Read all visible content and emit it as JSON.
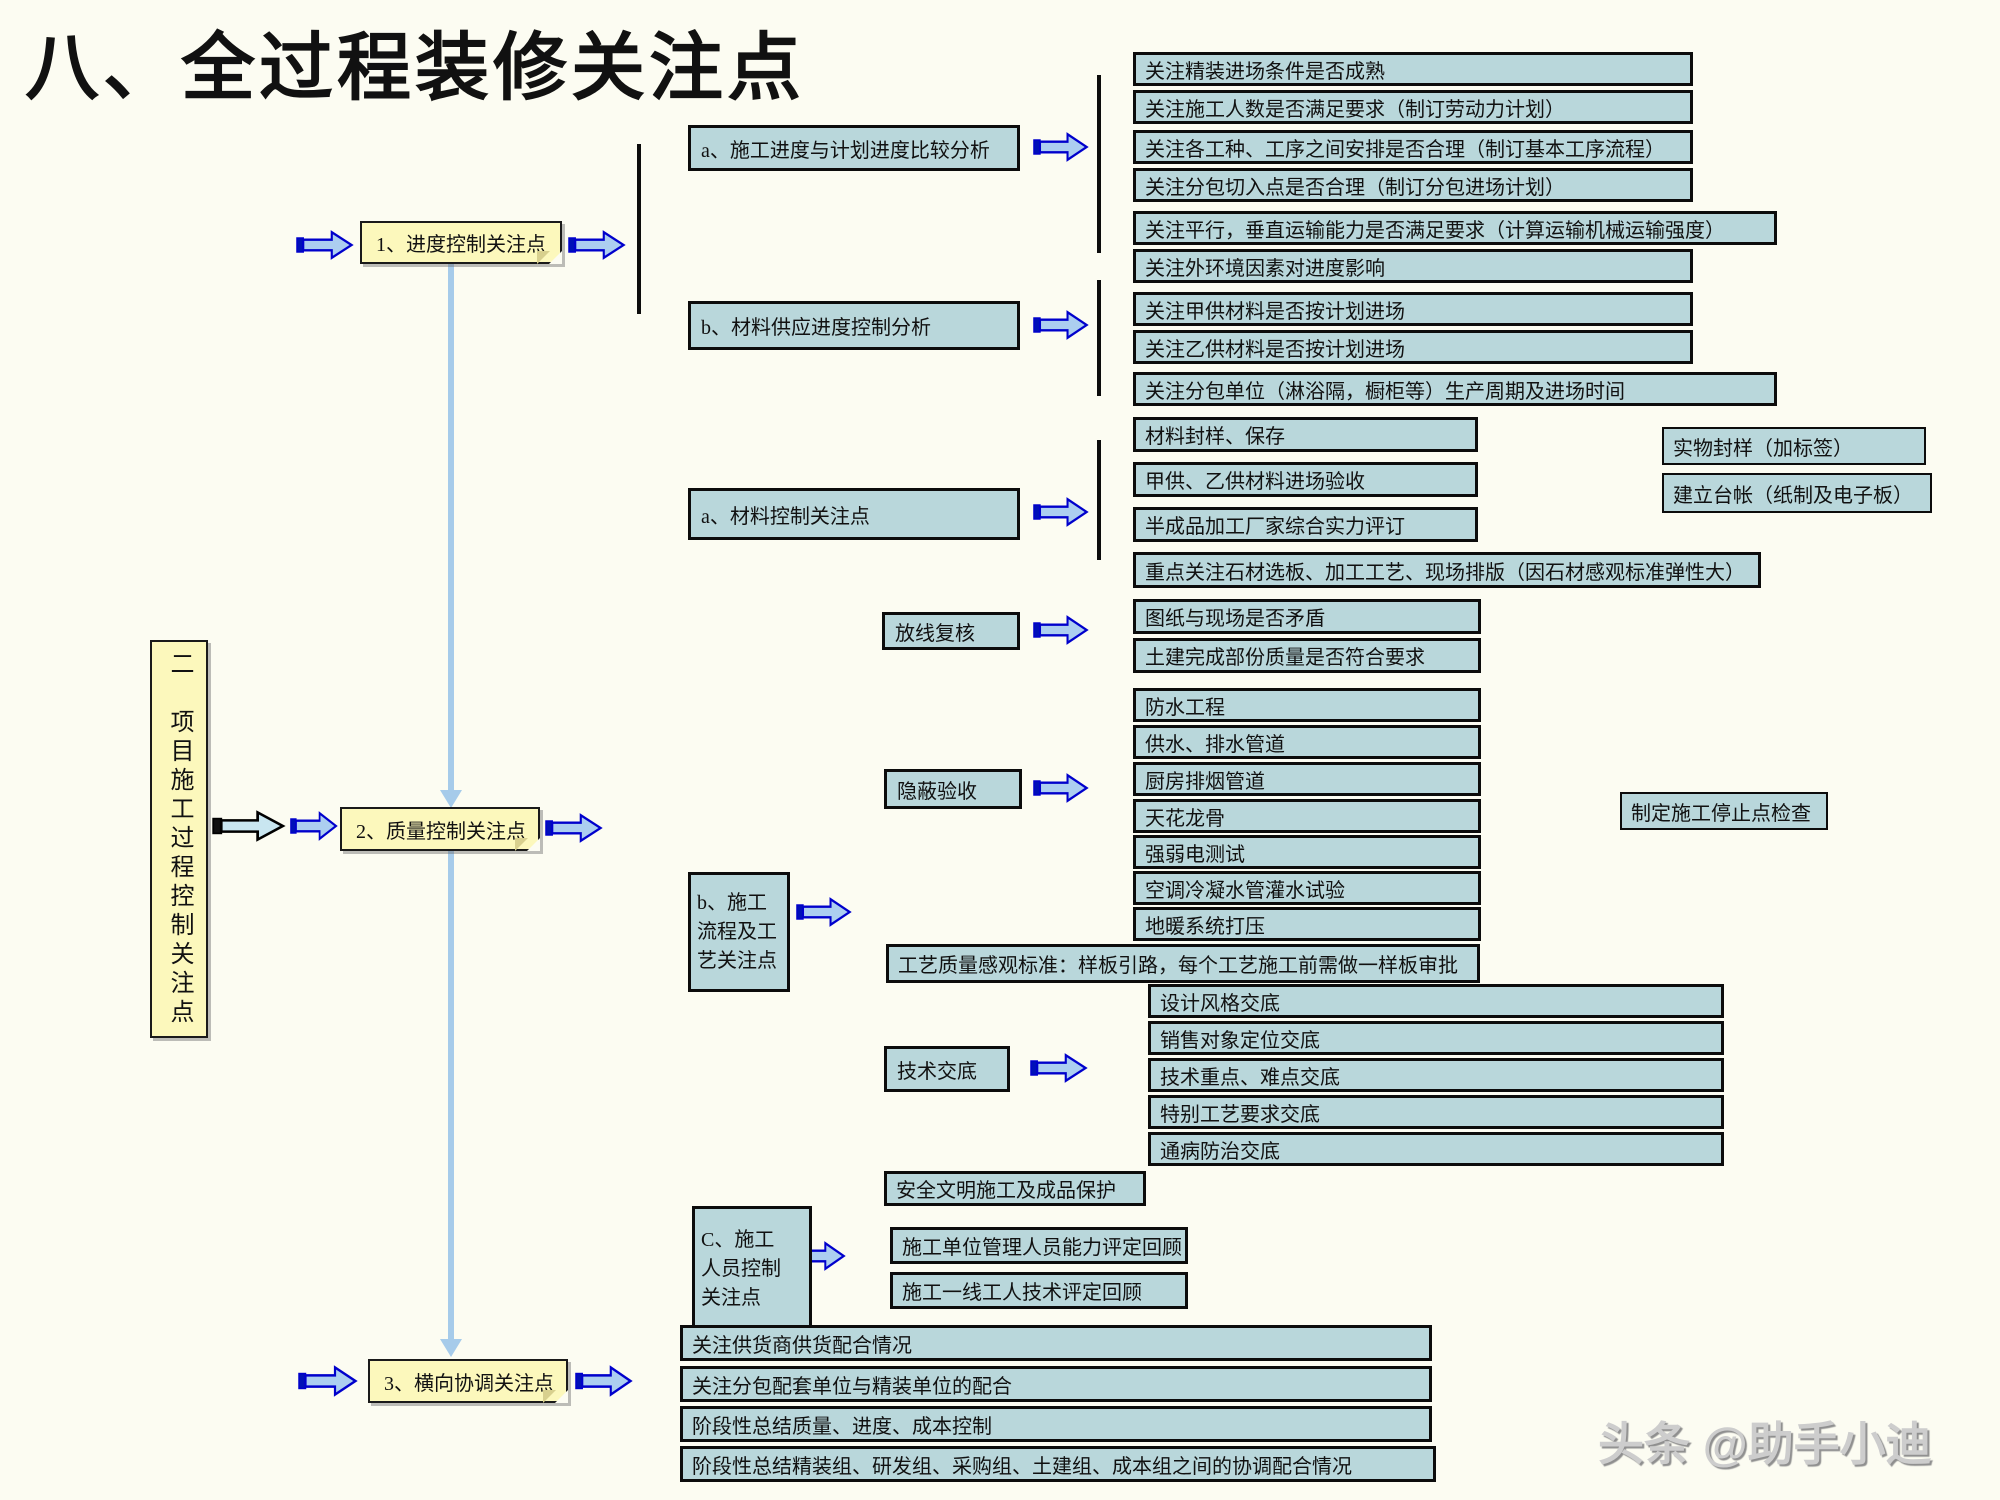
{
  "title": "八、全过程装修关注点",
  "watermark": "头条 @助手小迪",
  "colors": {
    "box_fill": "#B9D7DB",
    "note_fill": "#FCF8BC",
    "arrow_outline": "#0000CC",
    "arrow_fill": "#ACCEF0",
    "connector": "#A6CBEA",
    "border": "#0C0C0C"
  },
  "left_panel": {
    "text": "二　项目施工过程控制关注点"
  },
  "nodes": [
    {
      "label": "1、进度控制关注点"
    },
    {
      "label": "2、质量控制关注点"
    },
    {
      "label": "3、横向协调关注点"
    }
  ],
  "progress": {
    "sub_a": {
      "label": "a、施工进度与计划进度比较分析",
      "rows": [
        "关注精装进场条件是否成熟",
        "关注施工人数是否满足要求（制订劳动力计划）",
        "关注各工种、工序之间安排是否合理（制订基本工序流程）",
        "关注分包切入点是否合理（制订分包进场计划）",
        "关注平行，垂直运输能力是否满足要求（计算运输机械运输强度）",
        "关注外环境因素对进度影响"
      ]
    },
    "sub_b": {
      "label": "b、材料供应进度控制分析",
      "rows": [
        "关注甲供材料是否按计划进场",
        "关注乙供材料是否按计划进场",
        "关注分包单位（淋浴隔，橱柜等）生产周期及进场时间"
      ]
    }
  },
  "quality": {
    "sub_a": {
      "label": "a、材料控制关注点",
      "rows": [
        "材料封样、保存",
        "甲供、乙供材料进场验收",
        "半成品加工厂家综合实力评订"
      ],
      "wide_row": "重点关注石材选板、加工工艺、现场排版（因石材感观标准弹性大）",
      "side_rows": [
        "实物封样（加标签）",
        "建立台帐（纸制及电子板）"
      ]
    },
    "line_check": {
      "label": "放线复核",
      "rows": [
        "图纸与现场是否矛盾",
        "土建完成部份质量是否符合要求"
      ]
    },
    "concealed": {
      "label": "隐蔽验收",
      "rows": [
        "防水工程",
        "供水、排水管道",
        "厨房排烟管道",
        "天花龙骨",
        "强弱电测试",
        "空调冷凝水管灌水试验",
        "地暖系统打压"
      ],
      "side_note": "制定施工停止点检查"
    },
    "sub_b": {
      "label_lines": [
        "b、施工",
        "流程及工",
        "艺关注点"
      ],
      "standard_row": "工艺质量感观标准：样板引路，每个工艺施工前需做一样板审批"
    },
    "disclosure": {
      "label": "技术交底",
      "rows": [
        "设计风格交底",
        "销售对象定位交底",
        "技术重点、难点交底",
        "特别工艺要求交底",
        "通病防治交底"
      ]
    },
    "sub_c": {
      "label_lines": [
        "C、施工",
        "人员控制",
        "关注点"
      ],
      "rows": [
        "安全文明施工及成品保护",
        "施工单位管理人员能力评定回顾",
        "施工一线工人技术评定回顾"
      ]
    }
  },
  "coordination": {
    "rows": [
      "关注供货商供货配合情况",
      "关注分包配套单位与精装单位的配合",
      "阶段性总结质量、进度、成本控制",
      "阶段性总结精装组、研发组、采购组、土建组、成本组之间的协调配合情况"
    ]
  }
}
